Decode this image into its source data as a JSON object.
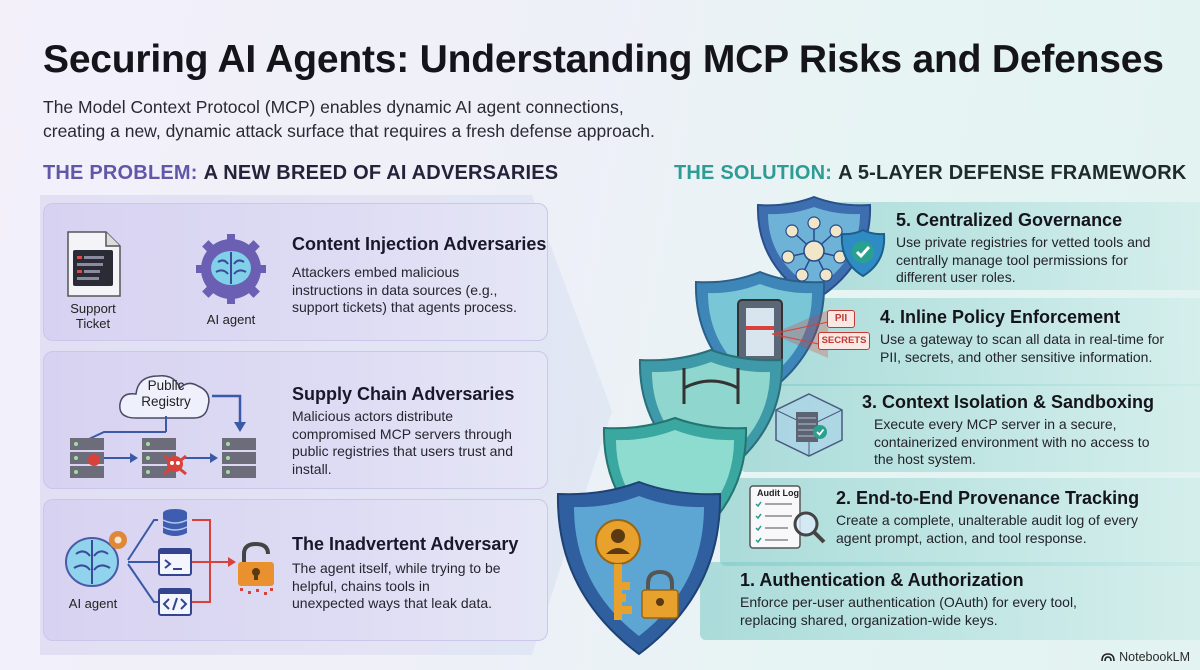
{
  "header": {
    "title": "Securing AI Agents: Understanding MCP Risks and Defenses",
    "subtitle_line1": "The Model Context Protocol (MCP) enables dynamic AI agent connections,",
    "subtitle_line2": "creating a new, dynamic attack surface that requires a fresh defense approach."
  },
  "problem": {
    "accent": "THE PROBLEM:",
    "heading": "A NEW BREED OF AI ADVERSARIES",
    "items": [
      {
        "title": "Content Injection Adversaries",
        "desc": [
          "Attackers embed malicious",
          "instructions in data sources (e.g.,",
          "support tickets) that agents process."
        ],
        "labels": [
          "Support",
          "Ticket",
          "AI agent"
        ],
        "icons": [
          "ticket-document-icon",
          "brain-gear-icon"
        ]
      },
      {
        "title": "Supply Chain Adversaries",
        "desc": [
          "Malicious actors distribute",
          "compromised MCP servers through",
          "public registries that users trust and",
          "install."
        ],
        "labels": [
          "Public",
          "Registry"
        ],
        "icons": [
          "cloud-registry-icon",
          "server-icon",
          "skull-icon"
        ]
      },
      {
        "title": "The Inadvertent Adversary",
        "desc": [
          "The agent itself, while trying to be",
          "helpful, chains tools in",
          "unexpected ways that leak data."
        ],
        "labels": [
          "AI agent"
        ],
        "icons": [
          "brain-gear-icon",
          "database-icon",
          "terminal-icon",
          "code-icon",
          "broken-lock-icon"
        ]
      }
    ]
  },
  "solution": {
    "accent": "THE SOLUTION:",
    "heading": "A 5-LAYER DEFENSE FRAMEWORK",
    "layers": [
      {
        "title": "5. Centralized Governance",
        "desc": [
          "Use private registries for vetted tools and",
          "centrally manage tool permissions for",
          "different user roles."
        ]
      },
      {
        "title": "4. Inline Policy Enforcement",
        "desc": [
          "Use a gateway to scan all data in real-time for",
          "PII, secrets, and other sensitive information."
        ],
        "tags": [
          "PII",
          "SECRETS"
        ]
      },
      {
        "title": "3. Context Isolation & Sandboxing",
        "desc": [
          "Execute every MCP server in a secure,",
          "containerized environment with no access to",
          "the host system."
        ]
      },
      {
        "title": "2. End-to-End Provenance Tracking",
        "desc": [
          "Create a complete, unalterable audit log of every",
          "agent prompt, action, and tool response."
        ],
        "tag": "Audit Log"
      },
      {
        "title": "1. Authentication & Authorization",
        "desc": [
          "Enforce per-user authentication (OAuth) for every tool,",
          "replacing shared, organization-wide keys."
        ]
      }
    ]
  },
  "brand": "NotebookLM",
  "colors": {
    "problem_accent": "#6157a8",
    "solution_accent": "#2e9c95",
    "danger": "#d9423a"
  }
}
